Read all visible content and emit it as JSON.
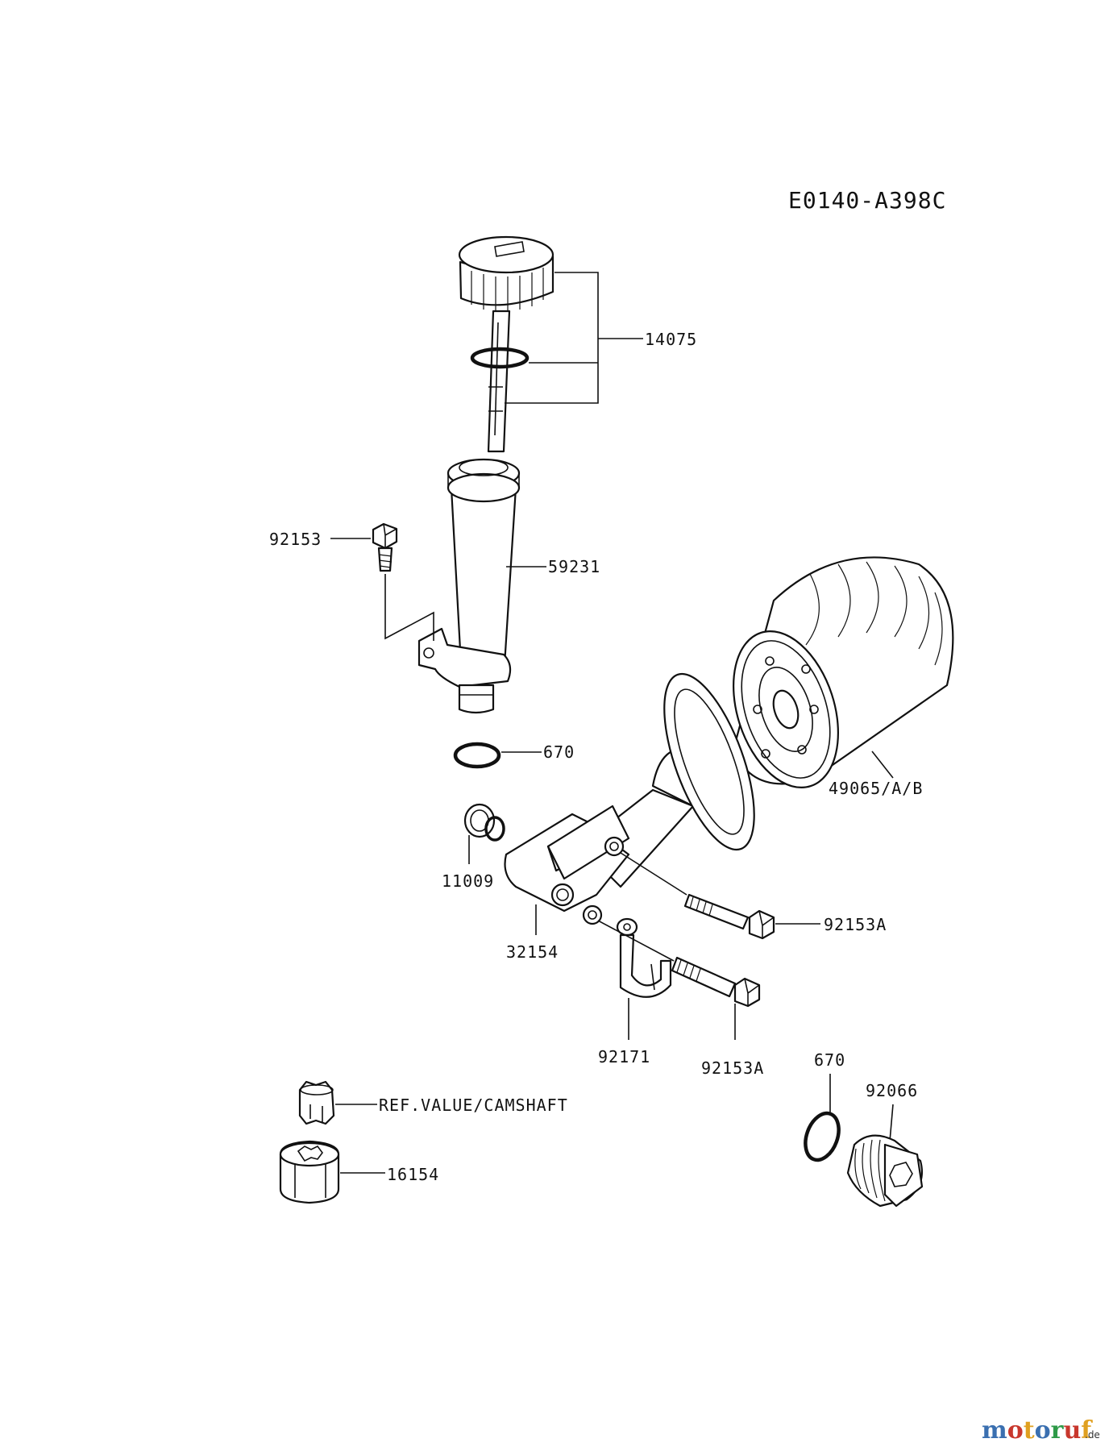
{
  "diagram": {
    "code": "E0140-A398C",
    "labels": {
      "p14075": "14075",
      "p92153": "92153",
      "p59231": "59231",
      "p670_top": "670",
      "p49065": "49065/A/B",
      "p11009": "11009",
      "p32154": "32154",
      "p92153A_upper": "92153A",
      "p92171": "92171",
      "p92153A_lower": "92153A",
      "p670_bottom": "670",
      "p92066": "92066",
      "ref_camshaft": "REF.VALUE/CAMSHAFT",
      "p16154": "16154"
    }
  },
  "watermark": {
    "brand": "motoruf",
    "suffix": ".de",
    "colors": {
      "m": "#3a6fb0",
      "o1": "#c8372d",
      "t": "#e0a020",
      "o2": "#3a6fb0",
      "r": "#2e9a48",
      "u": "#c8372d",
      "f": "#e0a020",
      "suffix": "#333333"
    }
  }
}
